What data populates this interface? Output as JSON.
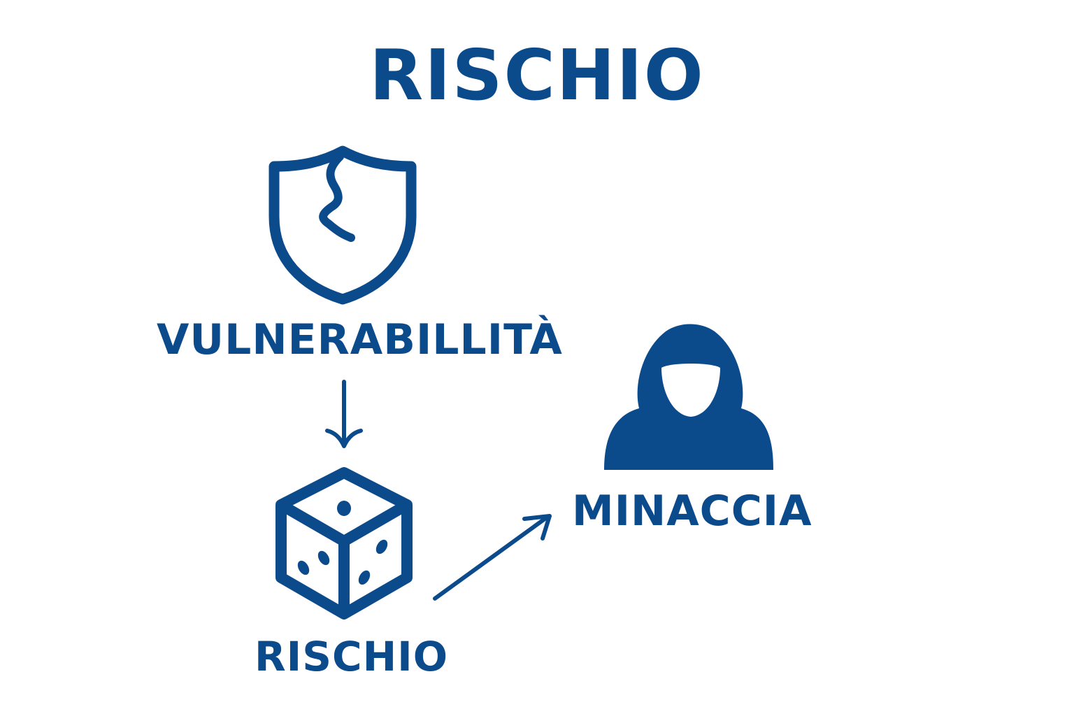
{
  "diagram": {
    "title": "RISCHIO",
    "nodes": {
      "vulnerability": {
        "label": "VULNERABILLITÀ",
        "icon": "cracked-shield-icon"
      },
      "risk": {
        "label": "RISCHIO",
        "icon": "dice-icon"
      },
      "threat": {
        "label": "MINACCIA",
        "icon": "hooded-figure-icon"
      }
    },
    "edges": [
      {
        "from": "vulnerability",
        "to": "risk",
        "icon": "arrow-down-icon"
      },
      {
        "from": "risk",
        "to": "threat",
        "icon": "arrow-up-right-icon"
      }
    ],
    "colors": {
      "primary": "#0b4a8b",
      "background": "#ffffff"
    }
  }
}
